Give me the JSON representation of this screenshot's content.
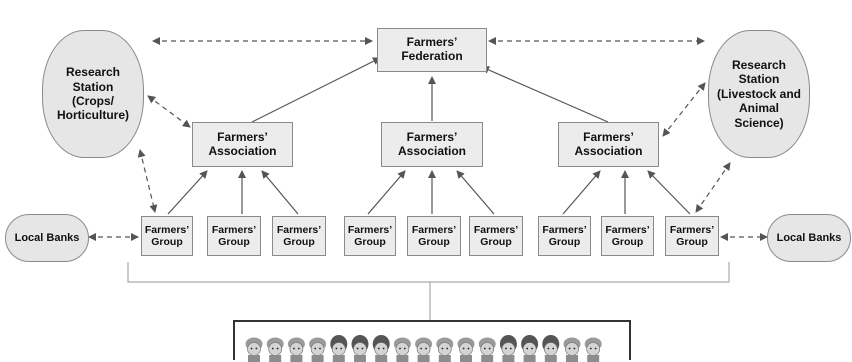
{
  "federation": {
    "line1": "Farmers’",
    "line2": "Federation"
  },
  "associations": [
    {
      "line1": "Farmers’",
      "line2": "Association"
    },
    {
      "line1": "Farmers’",
      "line2": "Association"
    },
    {
      "line1": "Farmers’",
      "line2": "Association"
    }
  ],
  "groups": [
    {
      "line1": "Farmers’",
      "line2": "Group"
    },
    {
      "line1": "Farmers’",
      "line2": "Group"
    },
    {
      "line1": "Farmers’",
      "line2": "Group"
    },
    {
      "line1": "Farmers’",
      "line2": "Group"
    },
    {
      "line1": "Farmers’",
      "line2": "Group"
    },
    {
      "line1": "Farmers’",
      "line2": "Group"
    },
    {
      "line1": "Farmers’",
      "line2": "Group"
    },
    {
      "line1": "Farmers’",
      "line2": "Group"
    },
    {
      "line1": "Farmers’",
      "line2": "Group"
    }
  ],
  "research_left": {
    "line1": "Research",
    "line2": "Station",
    "line3": "(Crops/",
    "line4": "Horticulture)"
  },
  "research_right": {
    "line1": "Research",
    "line2": "Station",
    "line3": "(Livestock and",
    "line4": "Animal",
    "line5": "Science)"
  },
  "bank_left": {
    "label": "Local Banks"
  },
  "bank_right": {
    "label": "Local Banks"
  },
  "colors": {
    "box_fill": "#ececec",
    "oval_fill": "#e6e6e6",
    "line": "#555555"
  }
}
